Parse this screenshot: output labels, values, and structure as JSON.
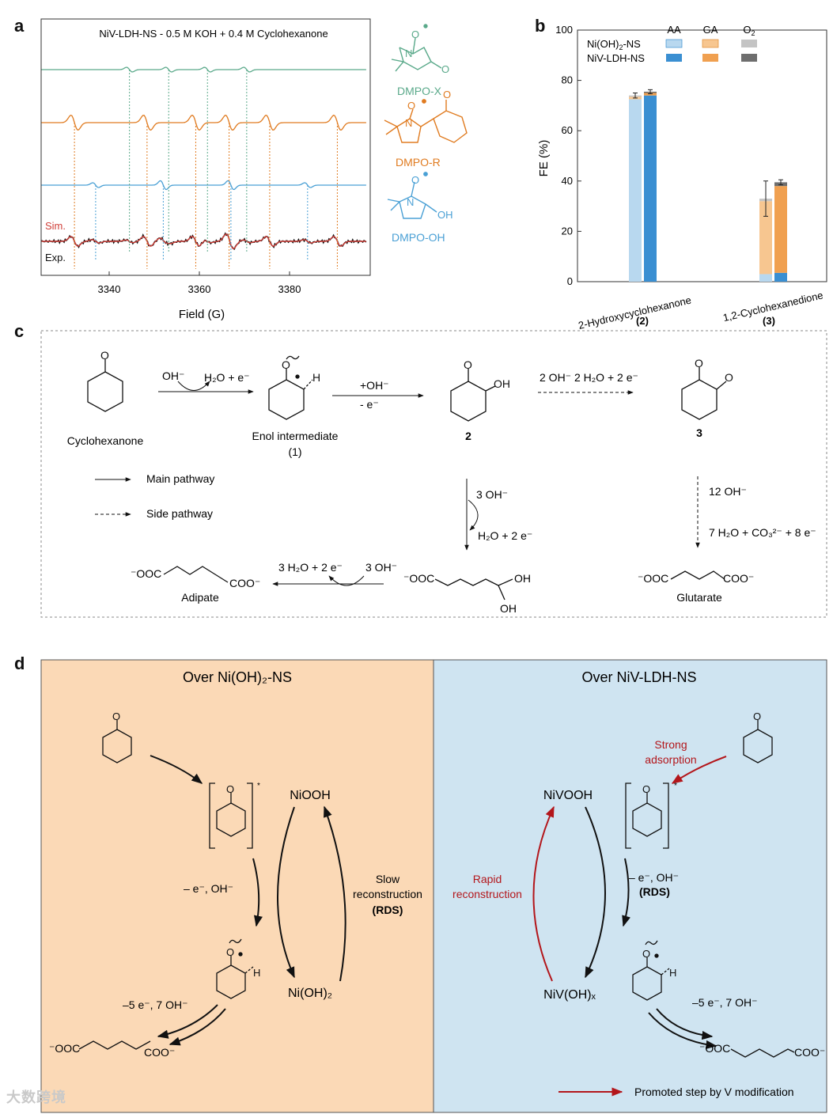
{
  "panels": {
    "a": "a",
    "b": "b",
    "c": "c",
    "d": "d"
  },
  "panel_a": {
    "title": "NiV-LDH-NS - 0.5 M KOH + 0.4 M Cyclohexanone",
    "xlabel": "Field (G)",
    "xticks": [
      "3340",
      "3360",
      "3380"
    ],
    "trace_labels": {
      "sim": "Sim.",
      "exp": "Exp."
    },
    "species": {
      "x": "DMPO-X",
      "r": "DMPO-R",
      "oh": "DMPO-OH"
    },
    "atom_labels": {
      "O": "O",
      "N": "N",
      "OH": "OH"
    },
    "colors": {
      "x": "#5aa98a",
      "r": "#e07b20",
      "oh": "#4aa0d5",
      "sim": "#d0403a",
      "exp": "#111111"
    }
  },
  "chart_data": {
    "type": "bar",
    "ylabel": "FE (%)",
    "ylim": [
      0,
      100
    ],
    "yticks": [
      "0",
      "20",
      "40",
      "60",
      "80",
      "100"
    ],
    "categories": [
      "2-Hydroxycyclohexanone",
      "1,2-Cyclohexanedione"
    ],
    "category_ids": [
      "(2)",
      "(3)"
    ],
    "legend_headers": [
      "AA",
      "GA",
      "O2"
    ],
    "legend_rows": [
      "Ni(OH)2-NS",
      "NiV-LDH-NS"
    ],
    "series": [
      {
        "name": "Ni(OH)2-NS",
        "AA": [
          72.5,
          3.0
        ],
        "GA": [
          1.0,
          29.0
        ],
        "O2": [
          0.5,
          1.0
        ],
        "err": [
          1.0,
          7.0
        ]
      },
      {
        "name": "NiV-LDH-NS",
        "AA": [
          74.0,
          3.5
        ],
        "GA": [
          1.0,
          34.5
        ],
        "O2": [
          0.5,
          1.5
        ],
        "err": [
          0.8,
          1.0
        ]
      }
    ],
    "colors": {
      "AA_light": "#b8d8ef",
      "AA_dark": "#3a8fd2",
      "GA_light": "#f7c690",
      "GA_dark": "#f0a050",
      "O2_light": "#c4c4c4",
      "O2_dark": "#6e6e6e"
    }
  },
  "panel_c": {
    "cyclohexanone": "Cyclohexanone",
    "enol_label": "Enol intermediate",
    "enol_num": "(1)",
    "num_2": "2",
    "num_3": "3",
    "r1_top_left": "OH⁻",
    "r1_top_right": "H₂O + e⁻",
    "r2_top": "+OH⁻",
    "r2_bottom": "- e⁻",
    "r3_top": "2 OH⁻   2 H₂O + 2 e⁻",
    "r4_top": "3 OH⁻",
    "r4_bottom": "H₂O + 2 e⁻",
    "r5_top": "12 OH⁻",
    "r5_bottom": "7 H₂O + CO₃²⁻ + 8 e⁻",
    "r6_left": "3 H₂O + 2 e⁻",
    "r6_right": "3 OH⁻",
    "legend_main": "Main pathway",
    "legend_side": "Side pathway",
    "adipate": "Adipate",
    "glutarate": "Glutarate",
    "adipate_formula_left": "⁻OOC",
    "adipate_formula_right": "COO⁻",
    "intermediate_left": "⁻OOC",
    "glut_left": "⁻OOC",
    "glut_right": "COO⁻",
    "H": "H",
    "O": "O",
    "OH": "OH"
  },
  "panel_d": {
    "left_title": "Over Ni(OH)₂-NS",
    "right_title": "Over NiV-LDH-NS",
    "niooh": "NiOOH",
    "nioh2": "Ni(OH)₂",
    "nivooh": "NiVOOH",
    "nivohx": "NiV(OH)ₓ",
    "slow_recon": "Slow reconstruction",
    "rds": "(RDS)",
    "rapid_recon": "Rapid reconstruction",
    "strong_ads": "Strong adsorption",
    "step1_left": "– e⁻,  OH⁻",
    "step1_right": "– e⁻,  OH⁻",
    "step2": "–5 e⁻, 7 OH⁻",
    "adipate_left": "⁻OOC",
    "adipate_right": "COO⁻",
    "promoted": "Promoted step by V modification",
    "star": "*",
    "H": "H",
    "O": "O",
    "colors": {
      "left_bg": "#fbd9b6",
      "right_bg": "#cfe4f1",
      "red": "#b3161b"
    }
  },
  "watermark": "大数跨境"
}
